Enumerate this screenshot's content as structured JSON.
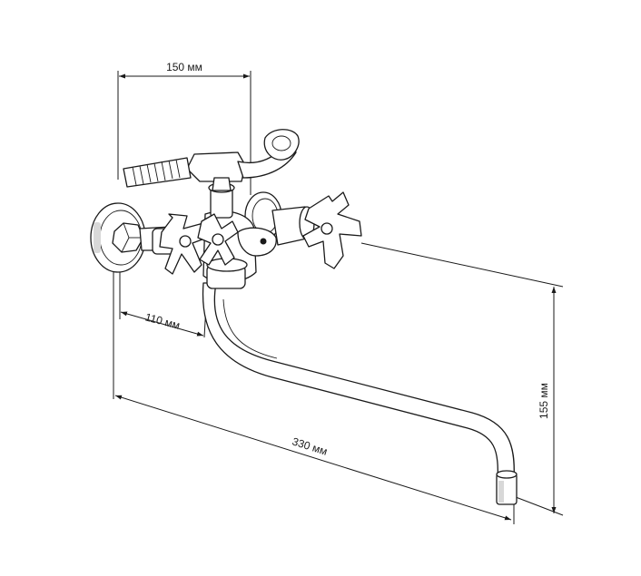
{
  "dimensions": {
    "top_width": "150 мм",
    "wall_to_valve": "110 мм",
    "spout_length": "330 мм",
    "spout_height": "155 мм"
  },
  "colors": {
    "line": "#1a1a1a",
    "background": "#ffffff"
  }
}
